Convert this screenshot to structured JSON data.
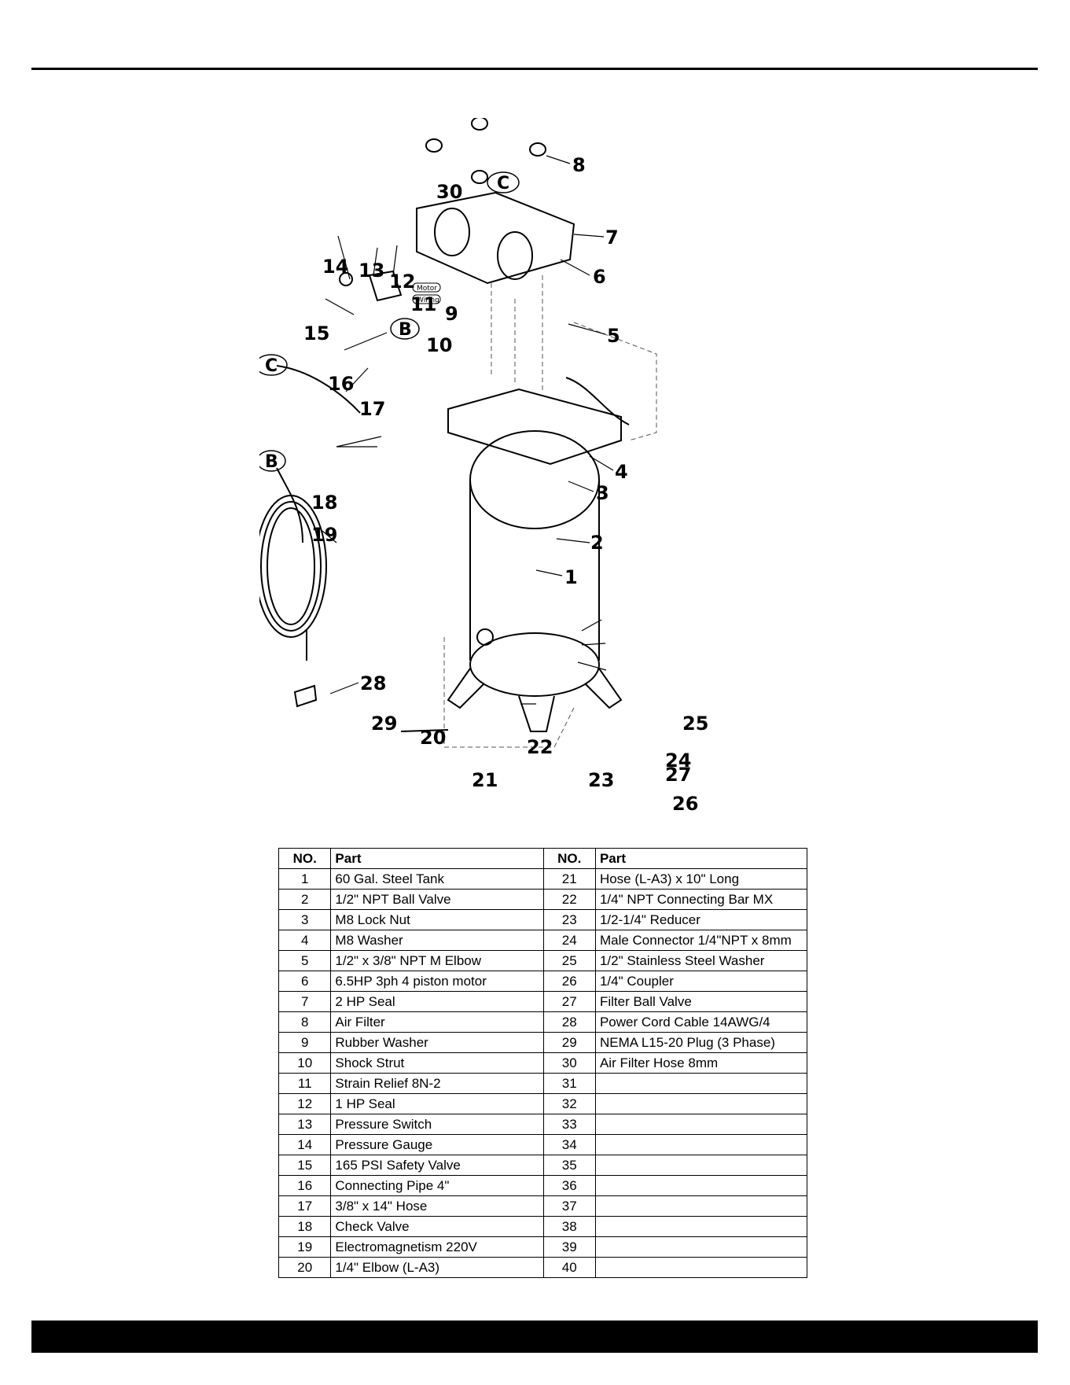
{
  "diagram": {
    "callouts": [
      "1",
      "2",
      "3",
      "4",
      "5",
      "6",
      "7",
      "8",
      "9",
      "10",
      "11",
      "12",
      "13",
      "14",
      "15",
      "16",
      "17",
      "18",
      "19",
      "20",
      "21",
      "22",
      "23",
      "24",
      "25",
      "26",
      "27",
      "28",
      "29",
      "30"
    ],
    "tags": [
      "B",
      "C"
    ],
    "wiring_labels": [
      "Motor",
      "Wiring"
    ]
  },
  "table": {
    "headers": [
      "NO.",
      "Part",
      "NO.",
      "Part"
    ],
    "rows": [
      [
        "1",
        "60 Gal. Steel Tank",
        "21",
        "Hose (L-A3) x 10\" Long"
      ],
      [
        "2",
        "1/2\" NPT Ball Valve",
        "22",
        "1/4\" NPT Connecting Bar MX"
      ],
      [
        "3",
        "M8 Lock Nut",
        "23",
        "1/2-1/4\" Reducer"
      ],
      [
        "4",
        "M8 Washer",
        "24",
        "Male Connector 1/4\"NPT x 8mm"
      ],
      [
        "5",
        "1/2\" x 3/8\" NPT M Elbow",
        "25",
        "1/2\" Stainless Steel  Washer"
      ],
      [
        "6",
        "6.5HP 3ph 4 piston motor",
        "26",
        "1/4\" Coupler"
      ],
      [
        "7",
        "2 HP Seal",
        "27",
        "Filter Ball Valve"
      ],
      [
        "8",
        "Air Filter",
        "28",
        "Power Cord Cable 14AWG/4"
      ],
      [
        "9",
        "Rubber Washer",
        "29",
        "NEMA L15-20 Plug (3 Phase)"
      ],
      [
        "10",
        "Shock Strut",
        "30",
        "Air Filter Hose 8mm"
      ],
      [
        "11",
        "Strain Relief 8N-2",
        "31",
        ""
      ],
      [
        "12",
        "1 HP Seal",
        "32",
        ""
      ],
      [
        "13",
        "Pressure Switch",
        "33",
        ""
      ],
      [
        "14",
        "Pressure Gauge",
        "34",
        ""
      ],
      [
        "15",
        "165 PSI Safety Valve",
        "35",
        ""
      ],
      [
        "16",
        "Connecting Pipe 4\"",
        "36",
        ""
      ],
      [
        "17",
        "3/8\" x 14\" Hose",
        "37",
        ""
      ],
      [
        "18",
        "Check Valve",
        "38",
        ""
      ],
      [
        "19",
        "Electromagnetism 220V",
        "39",
        ""
      ],
      [
        "20",
        "1/4\" Elbow (L-A3)",
        "40",
        ""
      ]
    ]
  }
}
